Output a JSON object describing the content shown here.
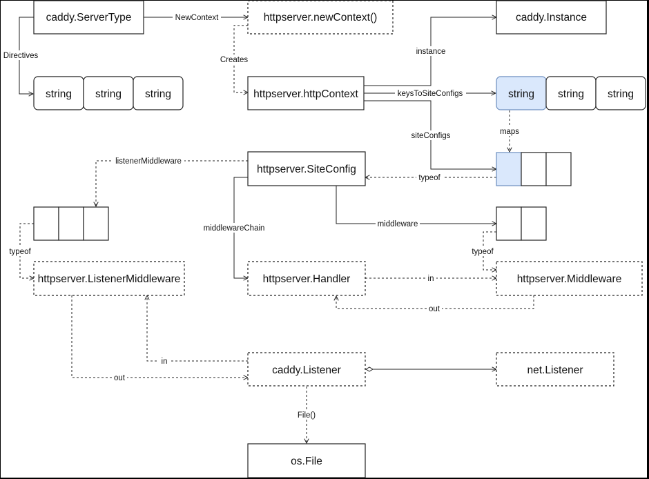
{
  "nodes": {
    "caddy_servertype": "caddy.ServerType",
    "new_context": "httpserver.newContext()",
    "caddy_instance": "caddy.Instance",
    "directive_str_1": "string",
    "directive_str_2": "string",
    "directive_str_3": "string",
    "http_context": "httpserver.httpContext",
    "key_str_1": "string",
    "key_str_2": "string",
    "key_str_3": "string",
    "site_config": "httpserver.SiteConfig",
    "handler": "httpserver.Handler",
    "middleware": "httpserver.Middleware",
    "listener_middleware": "httpserver.ListenerMiddleware",
    "caddy_listener": "caddy.Listener",
    "net_listener": "net.Listener",
    "os_file": "os.File"
  },
  "edges": {
    "new_context": "NewContext",
    "directives": "Directives",
    "creates": "Creates",
    "instance": "instance",
    "keys_to_site_configs": "keysToSiteConfigs",
    "maps": "maps",
    "site_configs": "siteConfigs",
    "typeof_siteconfig": "typeof",
    "listener_middleware": "listenerMiddleware",
    "middleware_chain": "middlewareChain",
    "middleware": "middleware",
    "typeof_listener": "typeof",
    "typeof_middleware": "typeof",
    "in_handler": "in",
    "out_handler": "out",
    "in_listener": "in",
    "out_listener": "out",
    "file": "File()"
  },
  "colors": {
    "highlight_fill": "#dae8fc",
    "highlight_stroke": "#6c8ebf",
    "node_fill": "#ffffff",
    "stroke": "#222222",
    "background": "#000000"
  }
}
